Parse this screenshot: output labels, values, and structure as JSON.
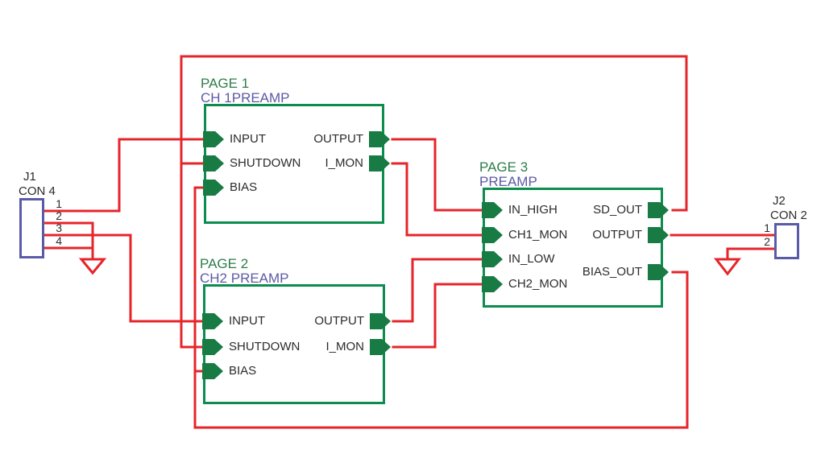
{
  "colors": {
    "wire": "#e6252b",
    "block_border": "#0c8c4e",
    "pin_fill": "#177b43",
    "title_page": "#2e7d4b",
    "title_name": "#5d59a6",
    "connector": "#5a5aa8",
    "text": "#2d2a2b",
    "background": "#ffffff"
  },
  "blocks": {
    "page1": {
      "page_label": "PAGE 1",
      "name_label": "CH 1PREAMP",
      "inputs": [
        "INPUT",
        "SHUTDOWN",
        "BIAS"
      ],
      "outputs": [
        "OUTPUT",
        "I_MON"
      ]
    },
    "page2": {
      "page_label": "PAGE 2",
      "name_label": "CH2 PREAMP",
      "inputs": [
        "INPUT",
        "SHUTDOWN",
        "BIAS"
      ],
      "outputs": [
        "OUTPUT",
        "I_MON"
      ]
    },
    "page3": {
      "page_label": "PAGE 3",
      "name_label": "PREAMP",
      "inputs": [
        "IN_HIGH",
        "CH1_MON",
        "IN_LOW",
        "CH2_MON"
      ],
      "outputs": [
        "SD_OUT",
        "OUTPUT",
        "BIAS_OUT"
      ]
    }
  },
  "connectors": {
    "j1": {
      "ref": "J1",
      "type": "CON 4",
      "pins": [
        "1",
        "2",
        "3",
        "4"
      ]
    },
    "j2": {
      "ref": "J2",
      "type": "CON 2",
      "pins": [
        "1",
        "2"
      ]
    }
  }
}
